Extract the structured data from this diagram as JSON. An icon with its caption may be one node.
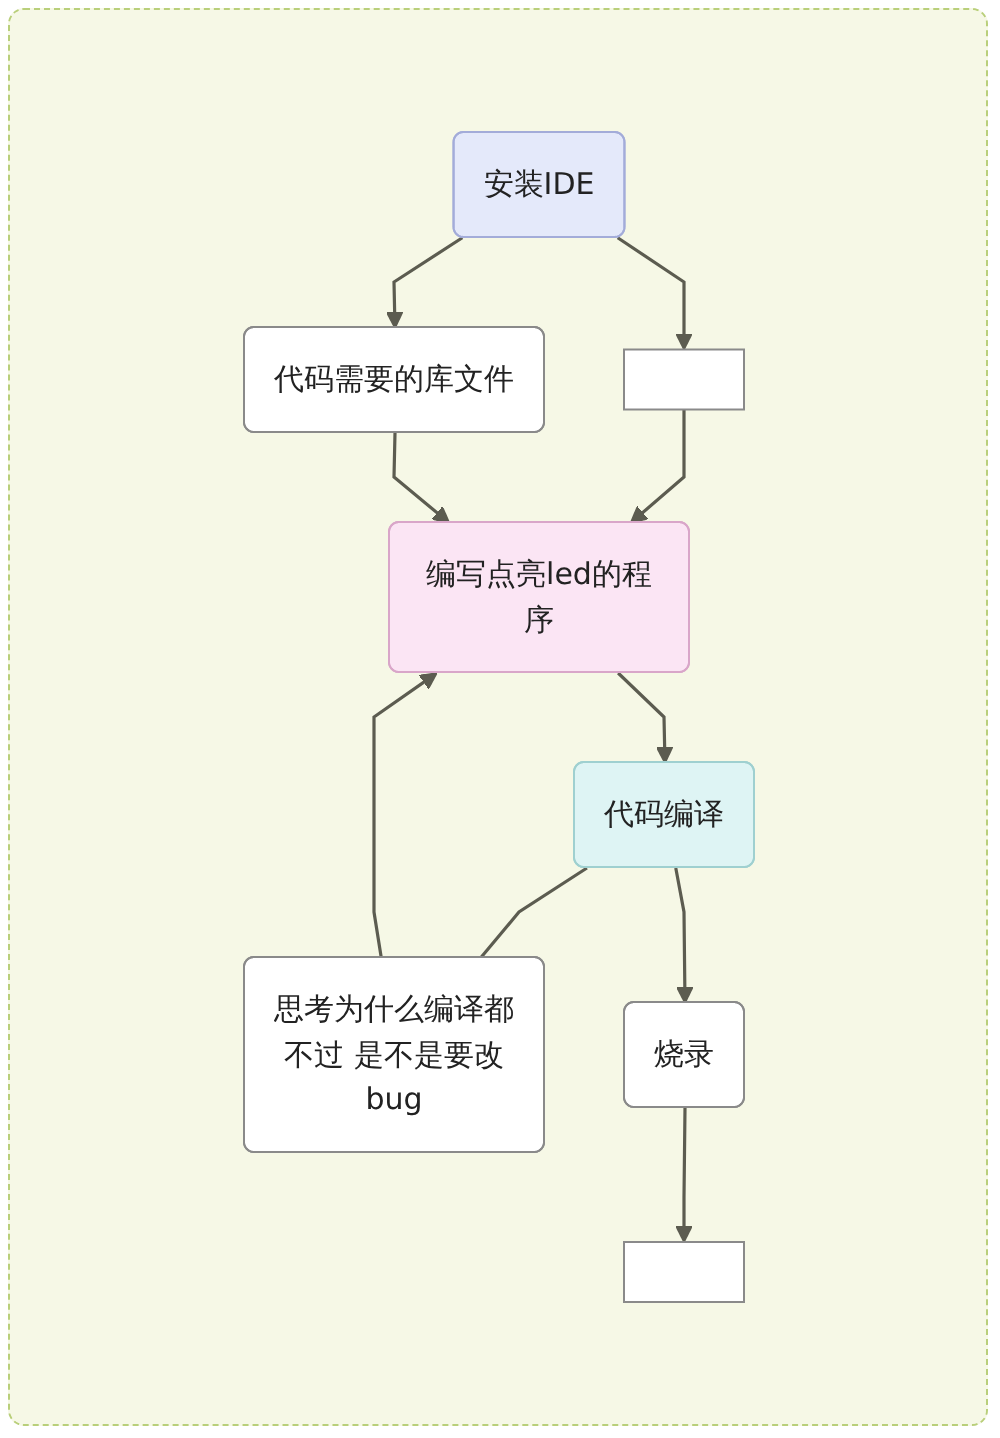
{
  "diagram": {
    "nodes": [
      {
        "text": [
          "安装IDE"
        ]
      },
      {
        "text": [],
        "shape": "box"
      },
      {
        "text": [
          "代码需要的库文件"
        ]
      },
      {
        "text": [
          "编写点亮led的程序"
        ]
      },
      {
        "text": [
          "代码编译"
        ]
      },
      {
        "text": [
          "思考为什么编译都不过 是不是要改bug"
        ]
      },
      {
        "text": [
          "烧录"
        ]
      },
      {
        "text": [],
        "shape": "box"
      }
    ],
    "edges": [
      {
        "from": 0,
        "to": 1,
        "arrow": "to"
      },
      {
        "from": 0,
        "to": 2,
        "arrow": "to"
      },
      {
        "from": 1,
        "to": 3,
        "arrow": "to"
      },
      {
        "from": 2,
        "to": 3,
        "arrow": "to"
      },
      {
        "from": 3,
        "to": 4,
        "arrow": "to"
      },
      {
        "from": 4,
        "to": 5,
        "arrow": "none"
      },
      {
        "from": 5,
        "to": 3,
        "arrow": "to"
      },
      {
        "from": 4,
        "to": 6,
        "arrow": "to"
      },
      {
        "from": 6,
        "to": 7,
        "arrow": "to"
      }
    ]
  }
}
